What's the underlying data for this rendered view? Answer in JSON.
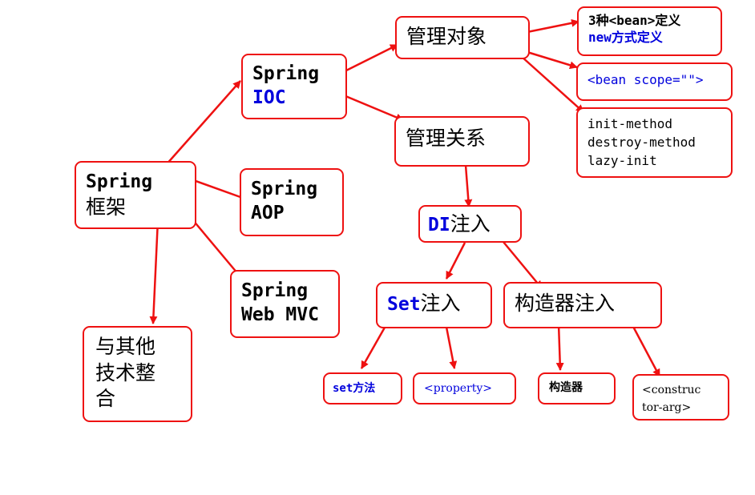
{
  "nodes": {
    "spring_framework": {
      "line1": "Spring",
      "line2": "框架"
    },
    "spring_ioc": {
      "line1": "Spring",
      "line2": "IOC"
    },
    "spring_aop": {
      "line1": "Spring",
      "line2": "AOP"
    },
    "spring_web_mvc": {
      "line1": "Spring",
      "line2": "Web MVC"
    },
    "integration": {
      "line1": "与其他",
      "line2": "技术整",
      "line3": "合"
    },
    "manage_objects": {
      "label": "管理对象"
    },
    "manage_relations": {
      "label": "管理关系"
    },
    "bean_definition": {
      "line1": "3种<bean>定义",
      "line2": "new方式定义"
    },
    "bean_scope": {
      "label": "<bean scope=\"\">"
    },
    "lifecycle": {
      "line1": "init-method",
      "line2": "destroy-method",
      "line3": "lazy-init"
    },
    "di_injection": {
      "prefix": "DI",
      "suffix": "注入"
    },
    "set_injection": {
      "prefix": "Set",
      "suffix": "注入"
    },
    "constructor_injection": {
      "label": "构造器注入"
    },
    "set_method": {
      "label": "set方法"
    },
    "property_tag": {
      "label": "<property>"
    },
    "constructor": {
      "label": "构造器"
    },
    "constructor_arg": {
      "line1": "<construc",
      "line2": "tor-arg>"
    }
  },
  "colors": {
    "border": "#ee1111",
    "arrow": "#ee1111",
    "highlight_text": "#0000dd",
    "text": "#000000"
  }
}
